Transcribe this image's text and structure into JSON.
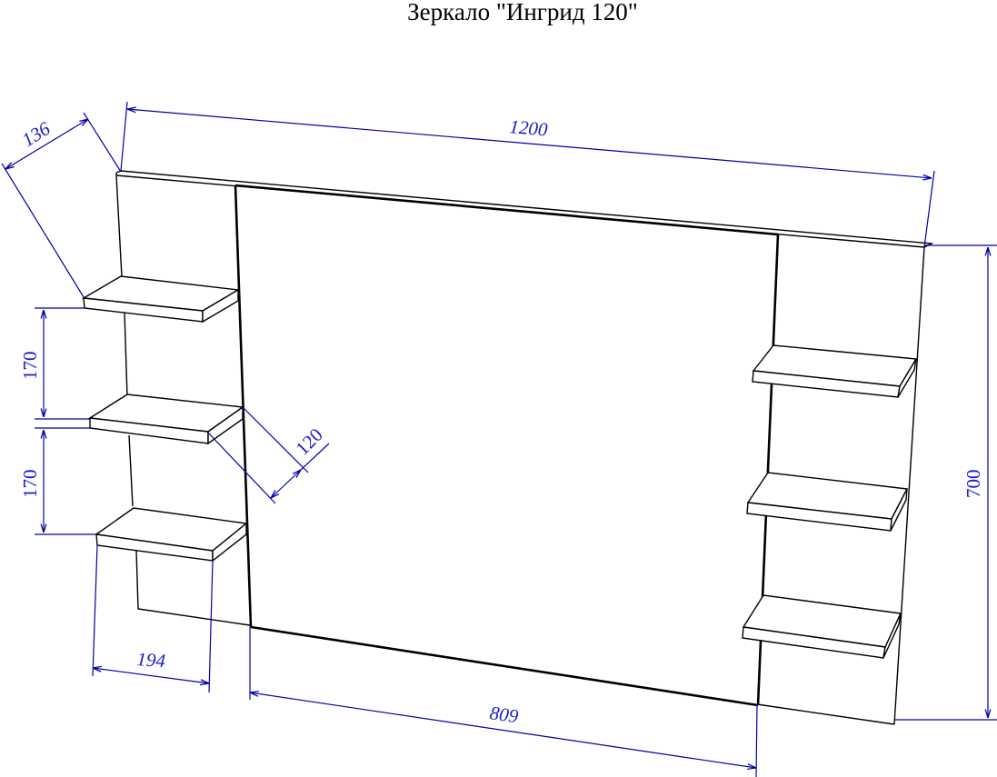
{
  "title": "Зеркало \"Ингрид 120\"",
  "colors": {
    "outline": "#000000",
    "dimension": "#0000a8",
    "dimension_text": "#1a1acc",
    "background": "#ffffff"
  },
  "dimensions": {
    "depth": "136",
    "total_width": "1200",
    "total_height": "700",
    "shelf_spacing_upper": "170",
    "shelf_spacing_lower": "170",
    "shelf_depth": "120",
    "shelf_width": "194",
    "mirror_width": "809"
  },
  "parts": {
    "left_shelves": 3,
    "right_shelves": 3,
    "mirror": "center panel"
  }
}
